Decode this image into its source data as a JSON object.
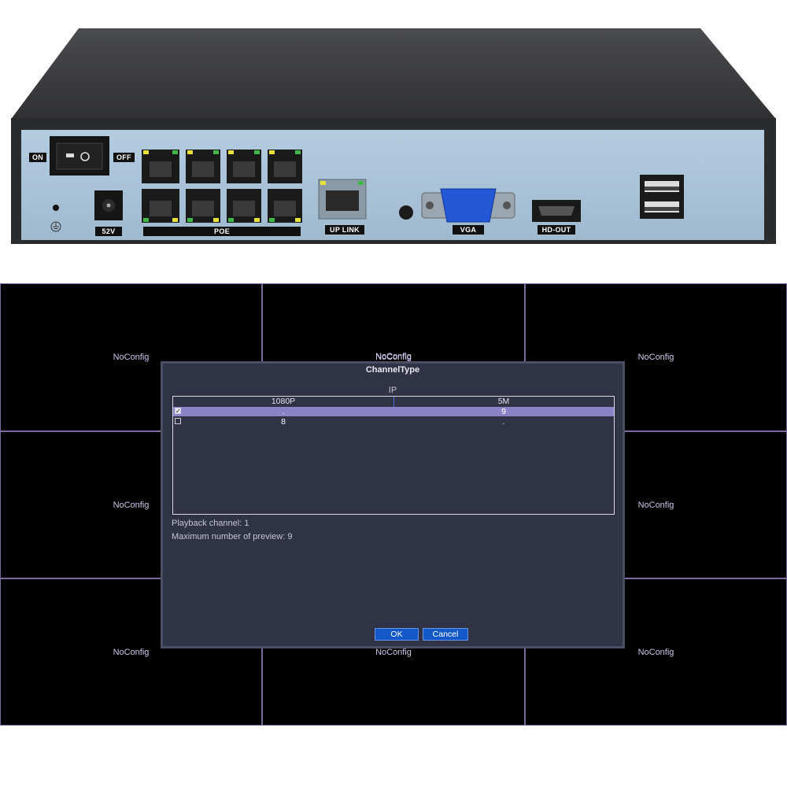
{
  "device": {
    "labels": {
      "on": "ON",
      "off": "OFF",
      "power": "52V",
      "poe": "POE",
      "uplink": "UP LINK",
      "vga": "VGA",
      "hdout": "HD-OUT"
    },
    "colors": {
      "top": "#3a3b3d",
      "panel": "#aac3d6",
      "frame": "#2b2c2e"
    }
  },
  "screen": {
    "cell_label": "NoConfig",
    "cells": [
      "NoConfig",
      "NoConfig",
      "NoConfig",
      "NoConfig",
      "NoConfig",
      "NoConfig",
      "NoConfig"
    ]
  },
  "dialog": {
    "title": "ChannelType",
    "group_label": "IP",
    "columns": [
      "1080P",
      "5M"
    ],
    "rows": [
      {
        "checked": true,
        "col1": ".",
        "col2": "9",
        "selected": true
      },
      {
        "checked": false,
        "col1": "8",
        "col2": ".",
        "selected": false
      }
    ],
    "playback": "Playback channel: 1",
    "max_preview": "Maximum number of preview: 9",
    "ok_label": "OK",
    "cancel_label": "Cancel",
    "colors": {
      "background": "#2f3345",
      "selected_row": "#8c83c6",
      "button": "#1358c8"
    }
  }
}
